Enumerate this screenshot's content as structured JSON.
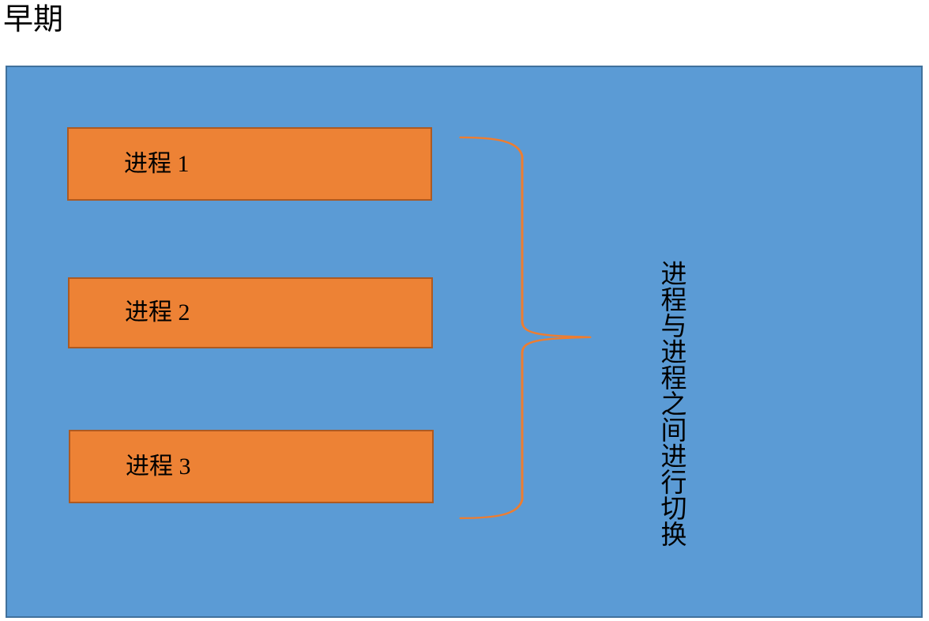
{
  "slide": {
    "title": "早期",
    "background_color": "#FFFFFF"
  },
  "panel": {
    "name": "process-area",
    "fill_color": "#5B9BD5",
    "border_color": "#41719C"
  },
  "processes": {
    "fill_color": "#ED8235",
    "border_color": "#AE5A21",
    "items": [
      {
        "label": "进程 1"
      },
      {
        "label": "进程 2"
      },
      {
        "label": "进程 3"
      }
    ]
  },
  "brace": {
    "name": "left-curly-brace",
    "color": "#ED7D31",
    "orientation": "points-right",
    "groups_count": 3
  },
  "annotation": {
    "vertical_text": "进程与进程之间进行切换",
    "color": "#000000",
    "direction": "vertical-top-to-bottom"
  }
}
